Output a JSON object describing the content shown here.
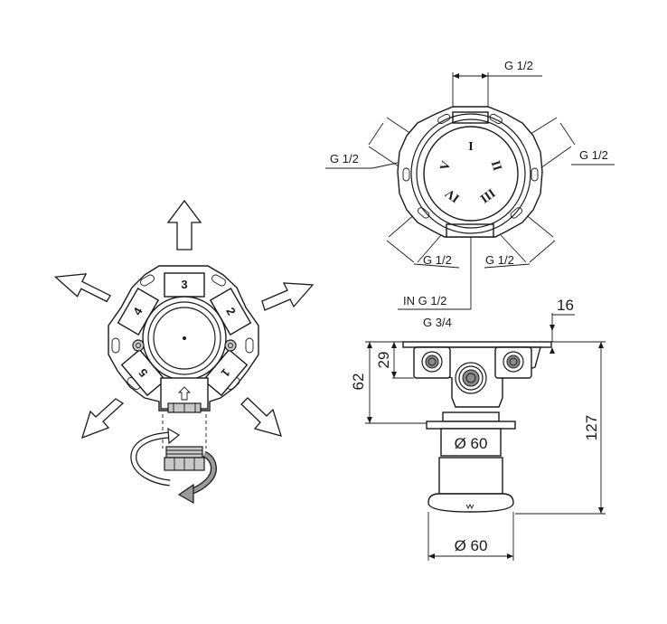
{
  "left_view": {
    "ports": [
      "3",
      "2",
      "1",
      "5",
      "4"
    ]
  },
  "top_view": {
    "outlet_thread_top": "G 1/2",
    "outlet_thread_left": "G 1/2",
    "outlet_thread_right": "G 1/2",
    "outlet_thread_bottom_left": "G 1/2",
    "outlet_thread_bottom_right": "G 1/2",
    "inlet_label": "IN G 1/2",
    "inlet_label_2": "G 3/4",
    "dial_marks": [
      "I",
      "II",
      "III",
      "IV",
      "V"
    ]
  },
  "side_view": {
    "dim_thread_depth": "16",
    "dim_port_height": "29",
    "dim_body_height": "62",
    "dim_total_height": "127",
    "dim_diameter_upper": "Ø 60",
    "dim_diameter_lower": "Ø 60"
  }
}
